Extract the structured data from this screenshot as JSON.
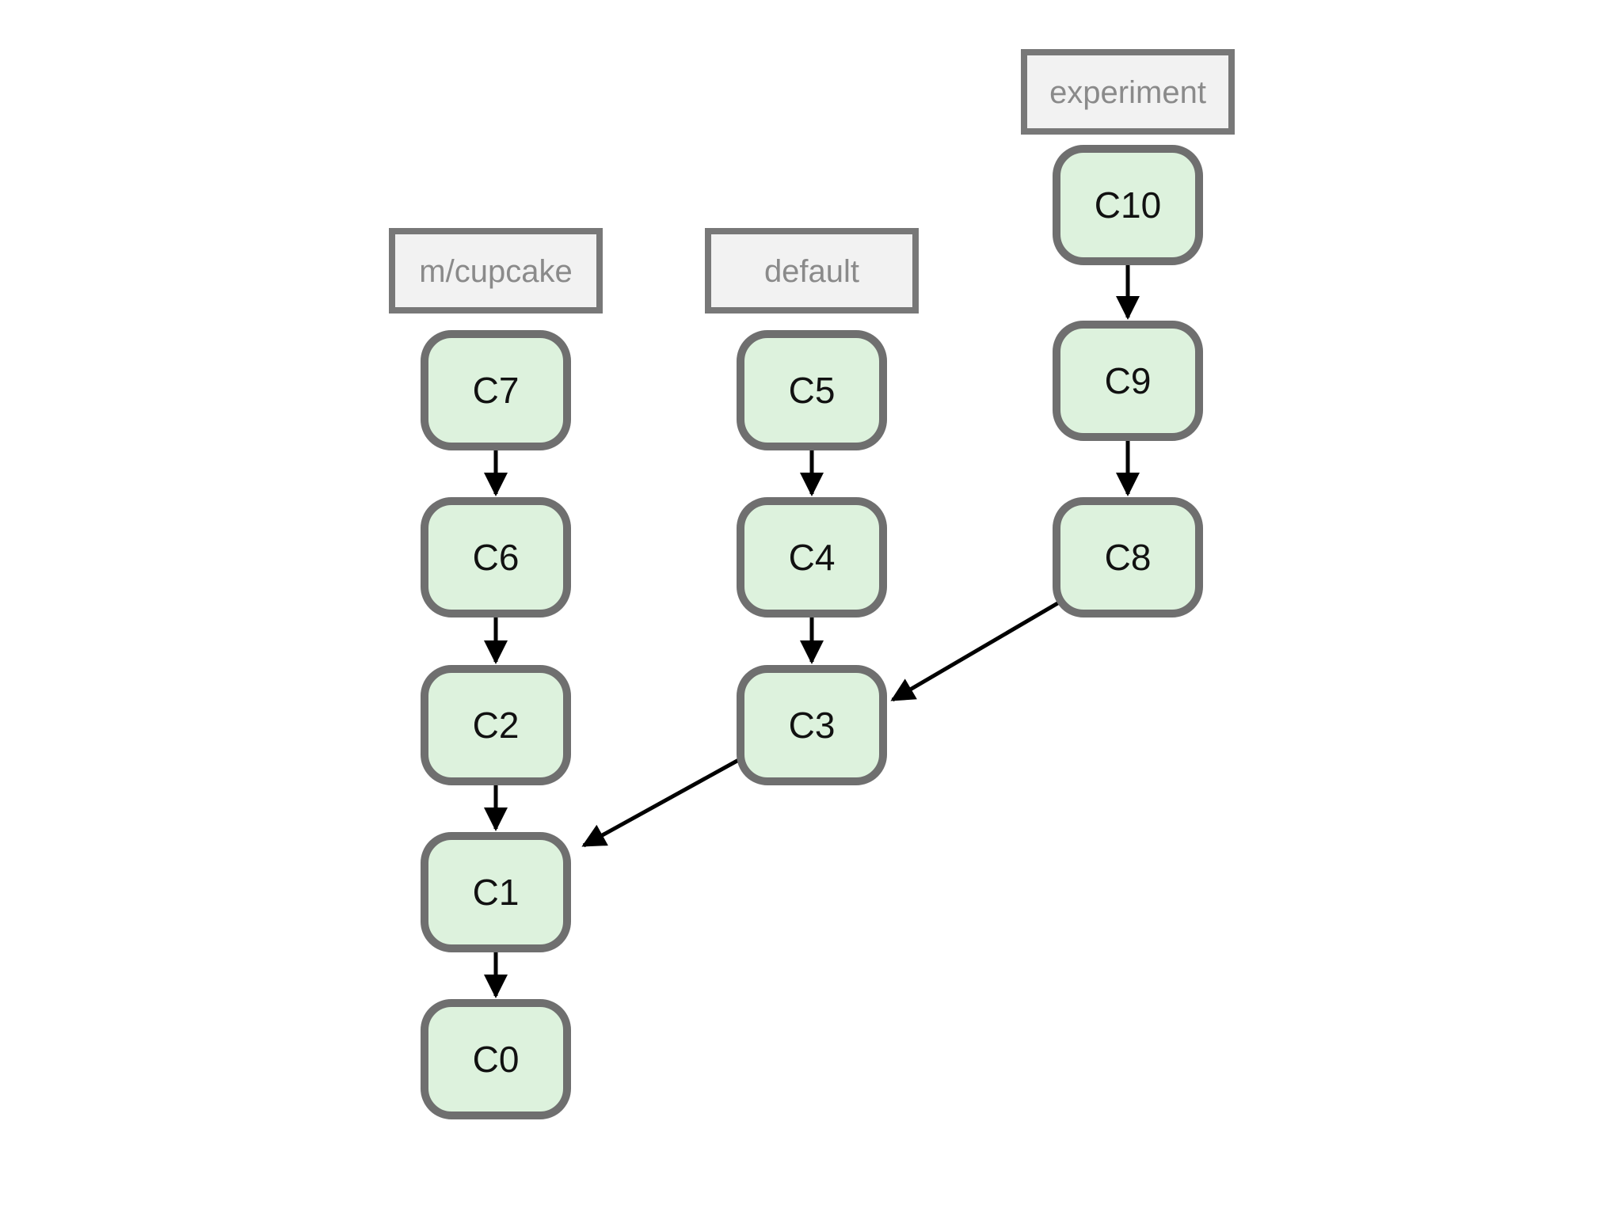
{
  "diagram": {
    "type": "git-commit-graph",
    "background_color": "#ffffff",
    "colors": {
      "commit_fill": "#ddf2dd",
      "commit_border": "#6f6f6f",
      "commit_text": "#111111",
      "branch_label_fill": "#f2f2f2",
      "branch_label_border": "#787878",
      "branch_label_text": "#8a8a8a",
      "arrow": "#000000"
    },
    "branches": [
      {
        "name": "m/cupcake",
        "head": "C7",
        "commits_in_lane": [
          "C7",
          "C6",
          "C2",
          "C1",
          "C0"
        ]
      },
      {
        "name": "default",
        "head": "C5",
        "commits_in_lane": [
          "C5",
          "C4",
          "C3"
        ]
      },
      {
        "name": "experiment",
        "head": "C10",
        "commits_in_lane": [
          "C10",
          "C9",
          "C8"
        ]
      }
    ],
    "commits": {
      "C0": {
        "label": "C0",
        "parents": []
      },
      "C1": {
        "label": "C1",
        "parents": [
          "C0"
        ]
      },
      "C2": {
        "label": "C2",
        "parents": [
          "C1"
        ]
      },
      "C3": {
        "label": "C3",
        "parents": [
          "C1"
        ]
      },
      "C4": {
        "label": "C4",
        "parents": [
          "C3"
        ]
      },
      "C5": {
        "label": "C5",
        "parents": [
          "C4"
        ]
      },
      "C6": {
        "label": "C6",
        "parents": [
          "C2"
        ]
      },
      "C7": {
        "label": "C7",
        "parents": [
          "C6"
        ]
      },
      "C8": {
        "label": "C8",
        "parents": [
          "C3"
        ]
      },
      "C9": {
        "label": "C9",
        "parents": [
          "C8"
        ]
      },
      "C10": {
        "label": "C10",
        "parents": [
          "C9"
        ]
      }
    },
    "edges": [
      {
        "from": "C10",
        "to": "C9"
      },
      {
        "from": "C9",
        "to": "C8"
      },
      {
        "from": "C8",
        "to": "C3"
      },
      {
        "from": "C7",
        "to": "C6"
      },
      {
        "from": "C6",
        "to": "C2"
      },
      {
        "from": "C2",
        "to": "C1"
      },
      {
        "from": "C1",
        "to": "C0"
      },
      {
        "from": "C5",
        "to": "C4"
      },
      {
        "from": "C4",
        "to": "C3"
      },
      {
        "from": "C3",
        "to": "C1"
      }
    ]
  }
}
